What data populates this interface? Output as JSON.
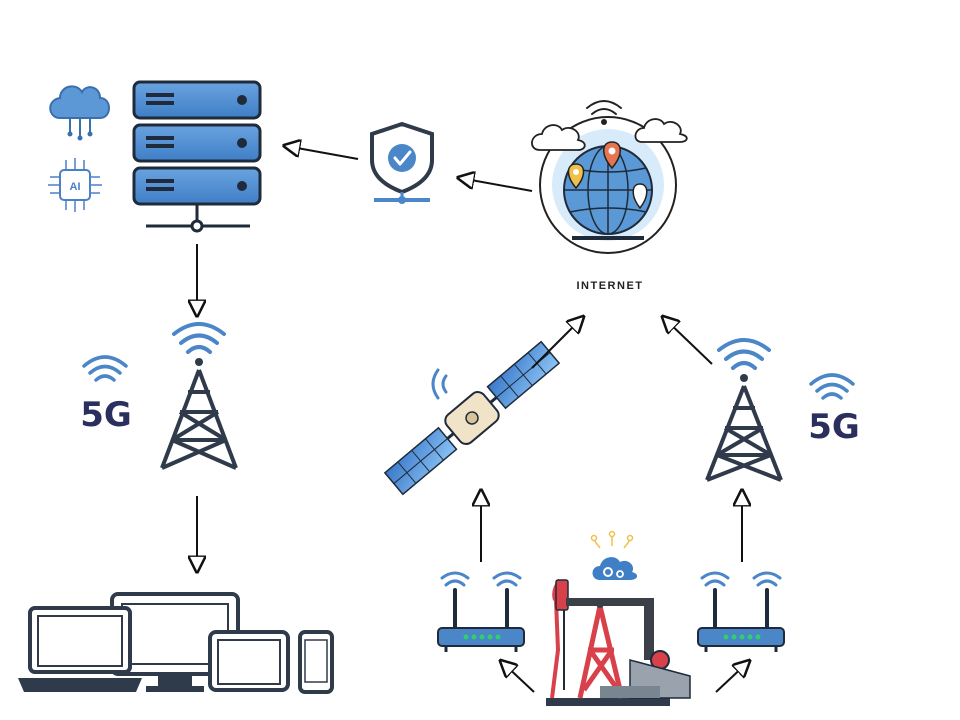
{
  "internet_label": "INTERNET",
  "badge_left": "5G",
  "badge_right": "5G",
  "ai_chip_text": "AI",
  "icons": {
    "cloud": "cloud-network-icon",
    "ai": "ai-chip-icon",
    "server": "server-rack-icon",
    "security": "shield-check-icon",
    "internet": "globe-internet-icon",
    "tower": "cell-tower-icon",
    "satellite": "satellite-icon",
    "router": "wifi-router-icon",
    "pumpjack": "oil-pumpjack-icon",
    "devices": "user-devices-icon",
    "cloud_gear": "cloud-settings-icon"
  },
  "colors": {
    "primary_blue": "#4a86c8",
    "dark_navy": "#2a2f5e",
    "line_dark": "#222222",
    "tower_dark": "#3b3f47",
    "pump_red": "#d8404a",
    "pin_orange": "#e5744f",
    "pin_yellow": "#f0c04a",
    "led_green": "#2fcf6a"
  }
}
